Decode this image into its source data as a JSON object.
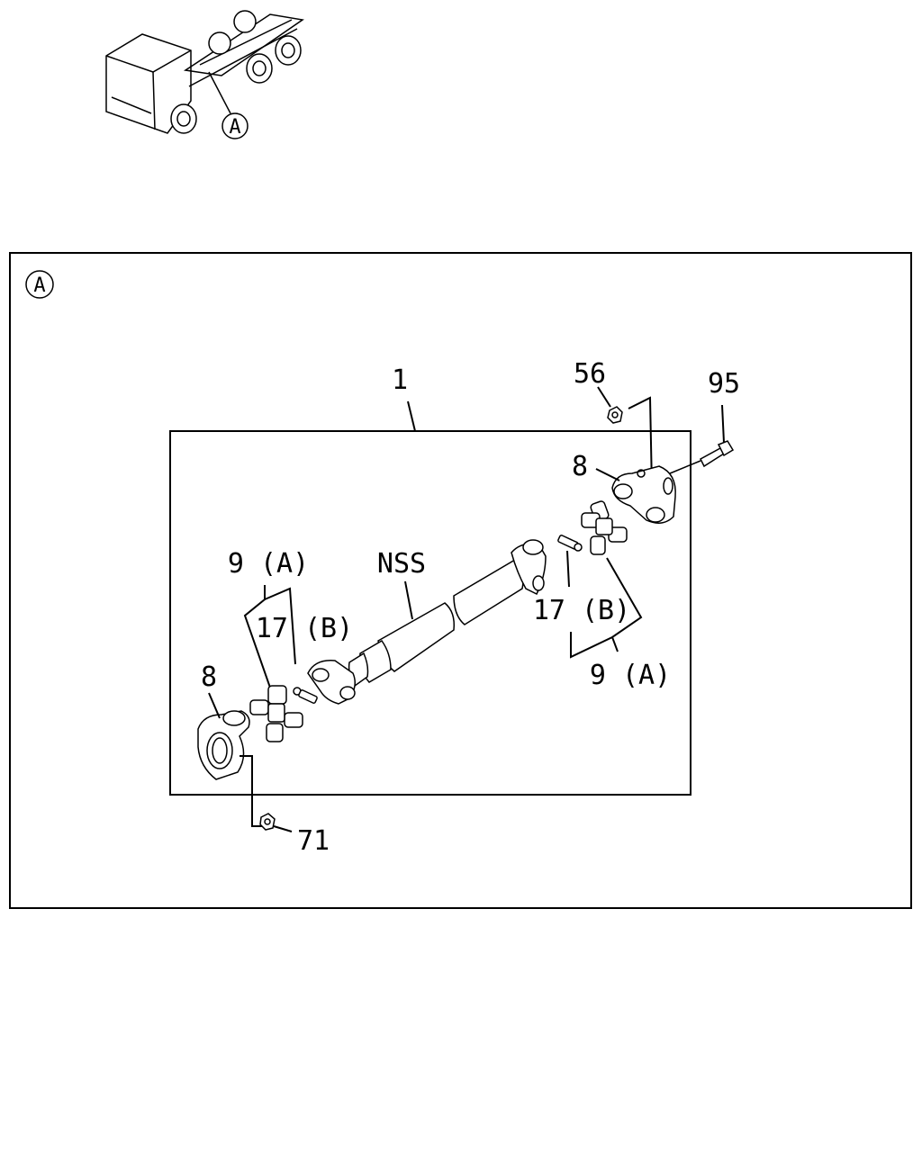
{
  "thumbnail": {
    "view_marker": "A"
  },
  "detail": {
    "view_marker": "A",
    "callouts": {
      "assembly": "1",
      "nss": "NSS",
      "nut_top": "56",
      "bolt_top": "95",
      "yoke_right": "8",
      "kit_upper": "9 (A)",
      "fitting_left": "17 (B)",
      "fitting_right": "17 (B)",
      "kit_lower": "9 (A)",
      "yoke_left": "8",
      "nut_bottom": "71"
    }
  }
}
